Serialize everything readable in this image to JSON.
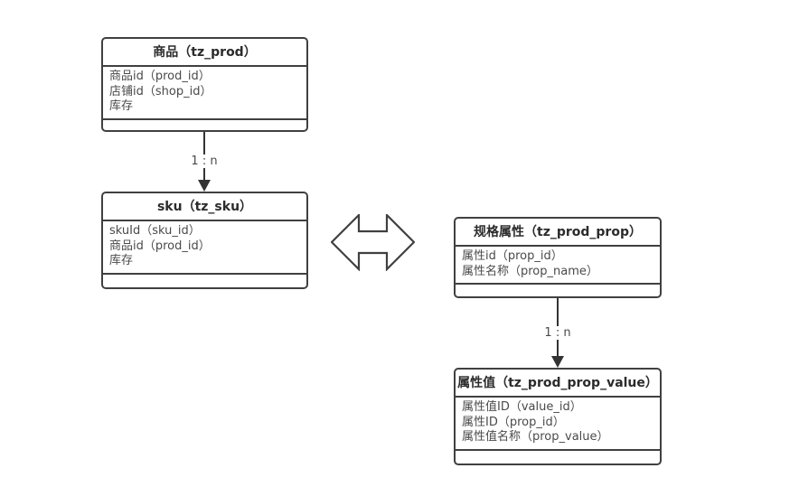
{
  "diagram": {
    "background": "#ffffff",
    "colors": {
      "box_border": "#404040",
      "box_fill": "#ffffff",
      "title_text": "#2b2b2b",
      "field_text": "#4a4a4a",
      "arrow": "#333333"
    },
    "entities": [
      {
        "title": "商品（tz_prod）",
        "fields": [
          "商品id（prod_id）",
          "店铺id（shop_id）",
          "库存"
        ]
      },
      {
        "title": "sku（tz_sku）",
        "fields": [
          "skuId（sku_id）",
          "商品id（prod_id）",
          "库存"
        ]
      },
      {
        "title": "规格属性（tz_prod_prop）",
        "fields": [
          "属性id（prop_id）",
          "属性名称（prop_name）"
        ]
      },
      {
        "title": "属性值（tz_prod_prop_value）",
        "fields": [
          "属性值ID（value_id）",
          "属性ID（prop_id）",
          "属性值名称（prop_value）"
        ]
      }
    ],
    "relations": [
      {
        "from": "商品（tz_prod）",
        "to": "sku（tz_sku）",
        "label": "1 : n"
      },
      {
        "from": "规格属性（tz_prod_prop）",
        "to": "属性值（tz_prod_prop_value）",
        "label": "1 : n"
      }
    ],
    "connector": {
      "type": "double-headed-horizontal-arrow",
      "between": [
        "sku（tz_sku）",
        "规格属性（tz_prod_prop）"
      ]
    }
  }
}
